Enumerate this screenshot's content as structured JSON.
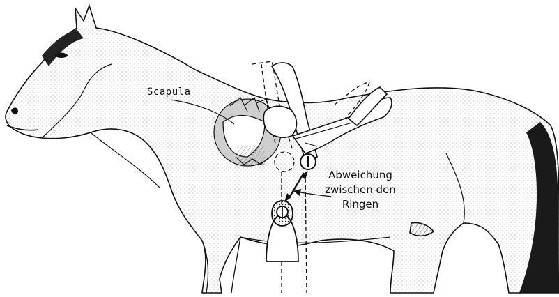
{
  "labels": {
    "scapula": "Scapula",
    "deviation_lines": [
      "Abweichung",
      "zwischen den",
      "Ringen"
    ]
  }
}
